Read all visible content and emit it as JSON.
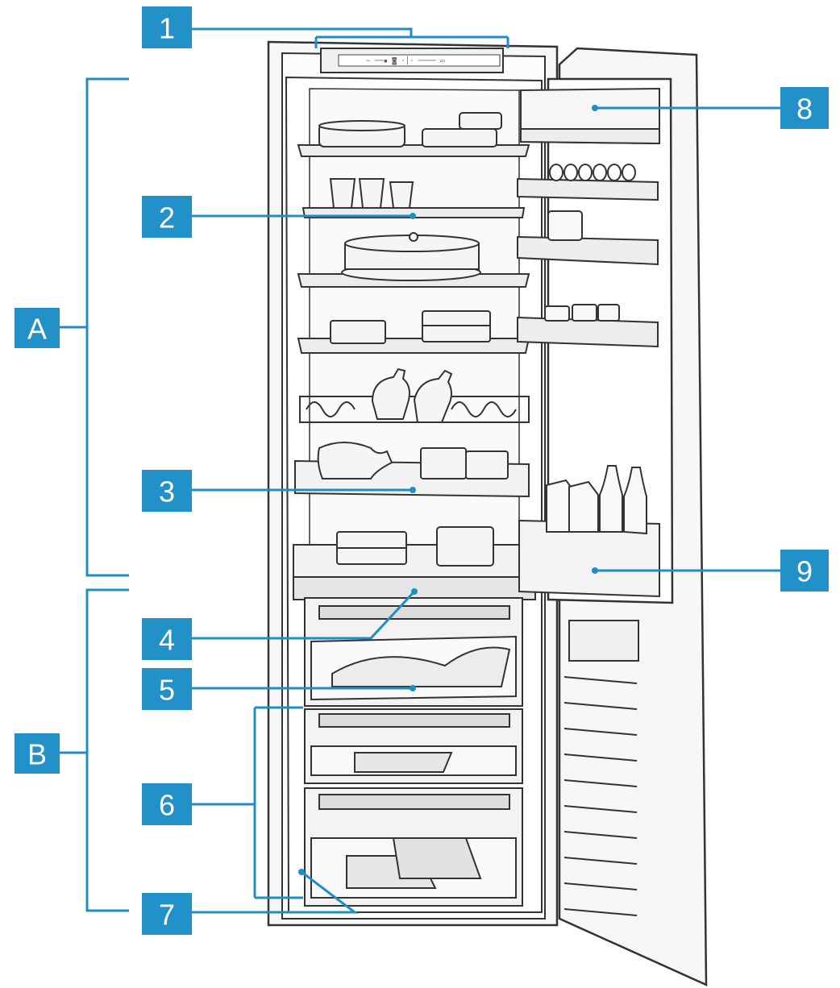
{
  "callouts": {
    "n1": "1",
    "n2": "2",
    "n3": "3",
    "n4": "4",
    "n5": "5",
    "n6": "6",
    "n7": "7",
    "n8": "8",
    "n9": "9",
    "zone_a": "A",
    "zone_b": "B"
  },
  "colors": {
    "callout_fill": "#2191c8",
    "leader_line": "#1f8ec6",
    "outline": "#333333",
    "fill_light": "#f4f4f4",
    "fill_mid": "#e2e2e2"
  }
}
